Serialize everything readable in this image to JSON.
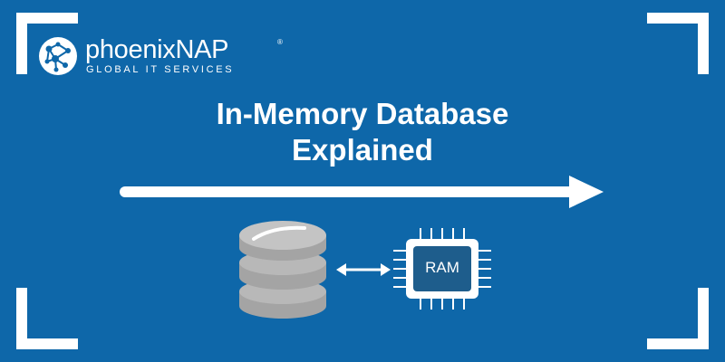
{
  "brand": {
    "name": "phoenixNAP",
    "tagline": "GLOBAL IT SERVICES",
    "trademark": "®"
  },
  "title": {
    "line1": "In-Memory Database",
    "line2": "Explained"
  },
  "diagram": {
    "chip_label": "RAM",
    "icons": [
      "database-icon",
      "double-arrow-icon",
      "ram-chip-icon"
    ]
  },
  "colors": {
    "background": "#0e67a9",
    "foreground": "#ffffff",
    "database": "#b5b5b5",
    "chip": "#1e5d8c"
  }
}
